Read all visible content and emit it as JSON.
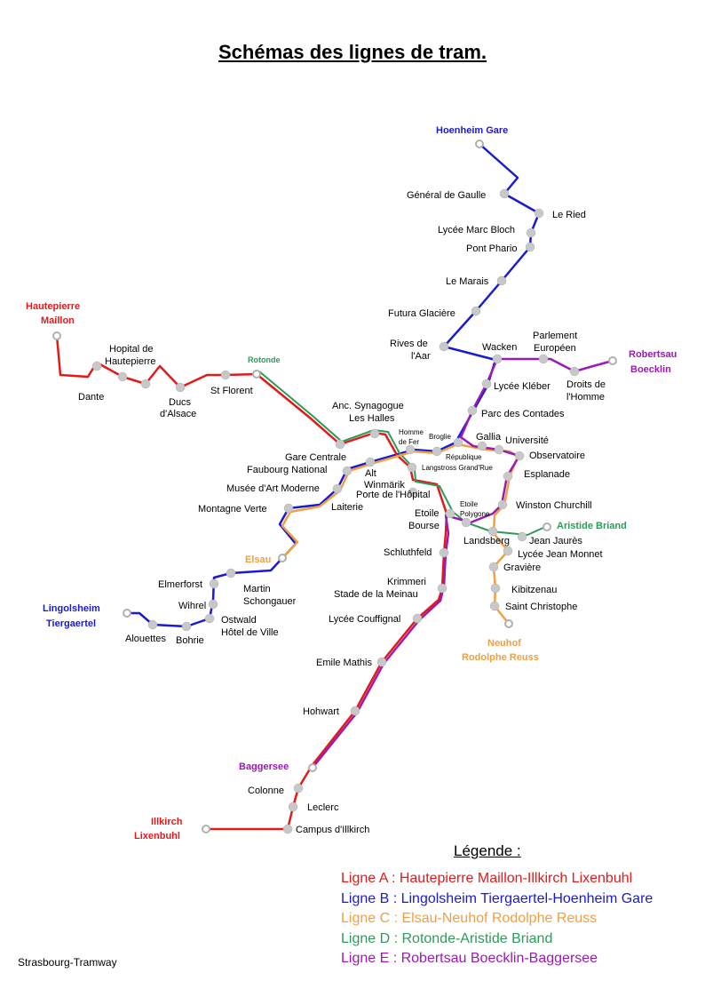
{
  "title": "Schémas des lignes de tram.",
  "colors": {
    "line_a": "#e21a1a",
    "line_b": "#1a1ad0",
    "line_c": "#f0a040",
    "line_d": "#2e9a5a",
    "line_e": "#9a1ab4",
    "station": "#c8c8c8"
  },
  "termini": {
    "hautepierre": [
      "Hautepierre",
      "Maillon"
    ],
    "illkirch": [
      "Illkirch",
      "Lixenbuhl"
    ],
    "hoenheim": "Hoenheim Gare",
    "lingolsheim": [
      "Lingolsheim",
      "Tiergaertel"
    ],
    "rotonde": "Rotonde",
    "aristide": "Aristide Briand",
    "elsau": "Elsau",
    "neuhof": [
      "Neuhof",
      "Rodolphe Reuss"
    ],
    "robertsau": [
      "Robertsau",
      "Boecklin"
    ],
    "baggersee": "Baggersee"
  },
  "stations": {
    "general_de_gaulle": "Général de Gaulle",
    "le_ried": "Le Ried",
    "lycee_marc_bloch": "Lycée Marc Bloch",
    "pont_phario": "Pont Phario",
    "le_marais": "Le Marais",
    "futura_glaciere": "Futura Glacière",
    "rives_de_aar": [
      "Rives de",
      "l'Aar"
    ],
    "wacken": "Wacken",
    "parlement_europeen": [
      "Parlement",
      "Européen"
    ],
    "droits_de_homme": [
      "Droits de",
      "l'Homme"
    ],
    "lycee_kleber": "Lycée Kléber",
    "parc_des_contades": "Parc des Contades",
    "gallia": "Gallia",
    "universite": "Université",
    "observatoire": "Observatoire",
    "esplanade": "Esplanade",
    "winston_churchill": "Winston Churchill",
    "jean_jaures": "Jean Jaurès",
    "lycee_jean_monnet": "Lycée Jean Monnet",
    "graviere": "Gravière",
    "kibitzenau": "Kibitzenau",
    "saint_christophe": "Saint Christophe",
    "dante": "Dante",
    "hopital_de_hautepierre": [
      "Hopital de",
      "Hautepierre"
    ],
    "ducs_d_alsace": [
      "Ducs",
      "d'Alsace"
    ],
    "st_florent": "St Florent",
    "anc_synagogue": [
      "Anc. Synagogue",
      "Les Halles"
    ],
    "homme_de_fer": [
      "Homme",
      "de Fer"
    ],
    "broglie": "Broglie",
    "republique": "République",
    "gare_centrale": "Gare Centrale",
    "faubourg_national": "Faubourg National",
    "alt_winmarik": [
      "Alt",
      "Winmärik"
    ],
    "langstross": "Langstross Grand'Rue",
    "porte_de_hopital": "Porte de l'Hôpital",
    "musee_art_moderne": "Musée d'Art Moderne",
    "montagne_verte": "Montagne Verte",
    "laiterie": "Laiterie",
    "etoile_bourse": [
      "Etoile",
      "Bourse"
    ],
    "etoile_polygone": [
      "Etoile",
      "Polygone"
    ],
    "landsberg": "Landsberg",
    "schluthfeld": "Schluthfeld",
    "krimmeri": [
      "Krimmeri",
      "Stade de la Meinau"
    ],
    "lycee_couffignal": "Lycée Couffignal",
    "emile_mathis": "Emile Mathis",
    "hohwart": "Hohwart",
    "colonne": "Colonne",
    "leclerc": "Leclerc",
    "campus_illkirch": "Campus d'Illkirch",
    "elmerforst": "Elmerforst",
    "martin_schongauer": [
      "Martin",
      "Schongauer"
    ],
    "wihrel": "Wihrel",
    "ostwald": [
      "Ostwald",
      "Hôtel de Ville"
    ],
    "alouettes": "Alouettes",
    "bohrie": "Bohrie"
  },
  "legend": {
    "title": "Légende :",
    "items": [
      {
        "text": "Ligne A : Hautepierre Maillon-Illkirch Lixenbuhl",
        "color": "#e21a1a"
      },
      {
        "text": "Ligne B : Lingolsheim Tiergaertel-Hoenheim Gare",
        "color": "#1a1ad0"
      },
      {
        "text": "Ligne C : Elsau-Neuhof Rodolphe Reuss",
        "color": "#f0a040"
      },
      {
        "text": "Ligne D : Rotonde-Aristide Briand",
        "color": "#2e9a5a"
      },
      {
        "text": "Ligne E : Robertsau Boecklin-Baggersee",
        "color": "#9a1ab4"
      }
    ]
  },
  "credit": "Strasbourg-Tramway"
}
